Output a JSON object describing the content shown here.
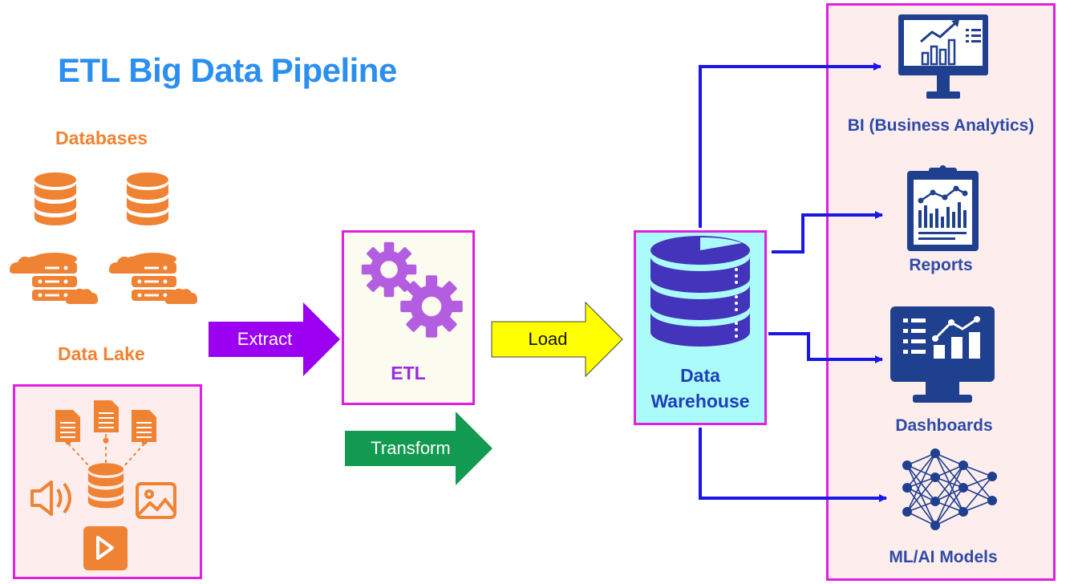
{
  "title": "ETL Big Data Pipeline",
  "sources": {
    "databases_label": "Databases",
    "data_lake_label": "Data Lake"
  },
  "steps": {
    "extract": "Extract",
    "etl": "ETL",
    "transform": "Transform",
    "load": "Load"
  },
  "warehouse": {
    "line1": "Data",
    "line2": "Warehouse"
  },
  "outputs": {
    "bi": "BI (Business Analytics)",
    "reports": "Reports",
    "dashboards": "Dashboards",
    "ml": "ML/AI Models"
  },
  "colors": {
    "title": "#2b8ff0",
    "source_orange": "#f08233",
    "extract_purple": "#9b00f0",
    "transform_green": "#119a50",
    "load_yellow": "#ffff00",
    "flow_blue": "#1a16e6",
    "warehouse_cylinder": "#4433bb",
    "warehouse_bg": "#acfbfb",
    "output_navy": "#1f3f8f",
    "box_border": "#e020e0",
    "gear_purple": "#b35ee0"
  },
  "icons": {
    "databases": "database-stack-icon",
    "data_lake": "cloud-database-icon",
    "etl": "gears-icon",
    "warehouse": "data-warehouse-cylinder-icon",
    "bi": "monitor-chart-icon",
    "reports": "clipboard-report-icon",
    "dashboards": "dashboard-monitor-icon",
    "ml": "neural-network-icon"
  }
}
